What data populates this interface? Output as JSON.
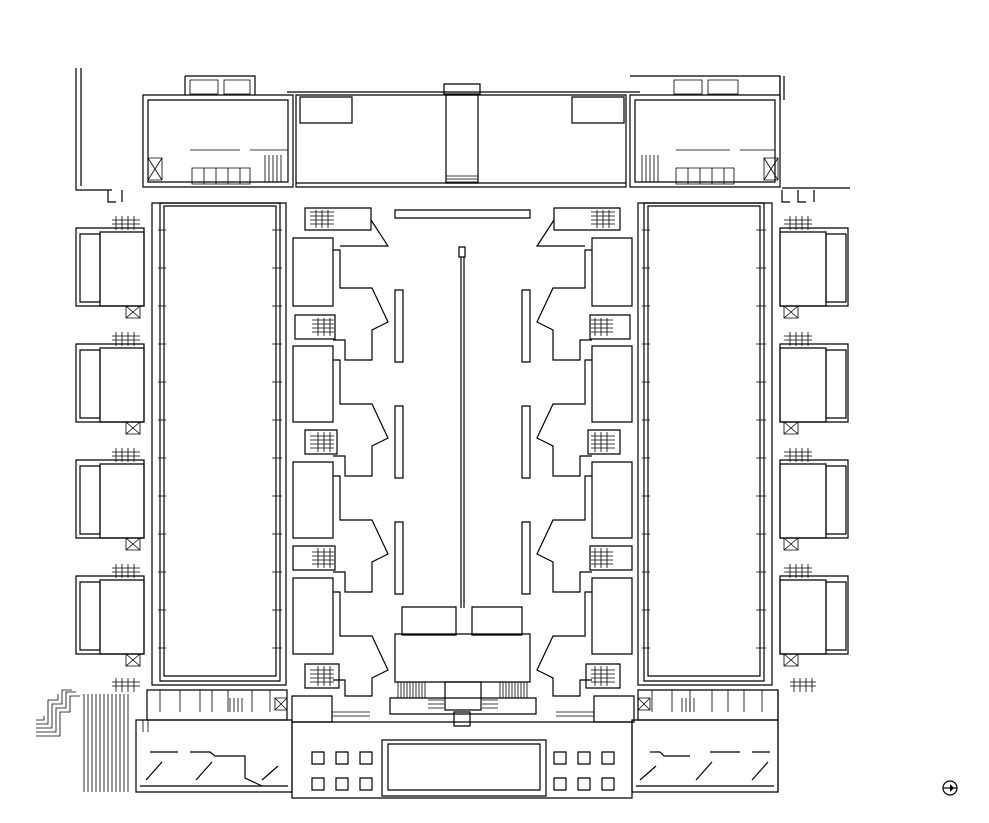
{
  "drawing": {
    "type": "architectural-floor-plan",
    "symmetry": "bilateral-vertical-axis",
    "line_color": "#000000",
    "background": "#ffffff",
    "annotations": []
  },
  "layout": {
    "north_wing_count": 2,
    "lab_block_count": 2,
    "east_tower_count": 4,
    "west_tower_count": 4,
    "study_pod_count_per_side": 5,
    "garden_fountain_channel": true,
    "south_plaza_pads": 12
  },
  "north_arrow_icon": "north-arrow-icon"
}
